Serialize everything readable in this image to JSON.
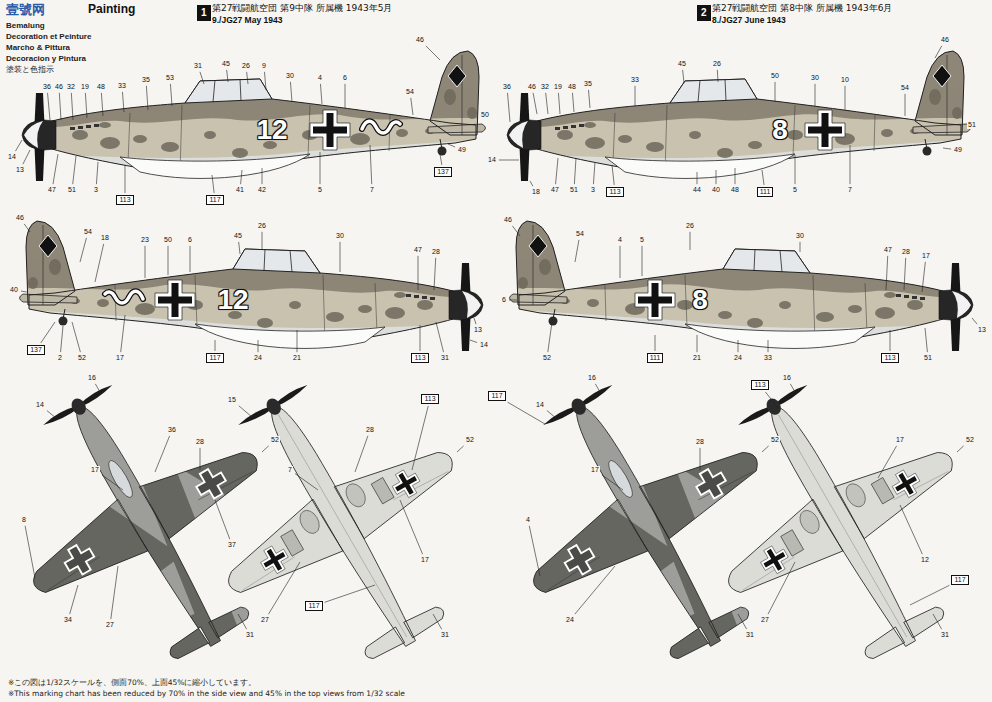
{
  "diagram": {
    "title": "Painting",
    "nodes": [
      {
        "text": [
          "1"
        ]
      },
      {
        "text": [
          "2"
        ]
      },
      {
        "text": [
          "113"
        ]
      },
      {
        "text": [
          "117"
        ]
      },
      {
        "text": [
          "137"
        ]
      },
      {
        "text": [
          "137"
        ]
      },
      {
        "text": [
          "117"
        ]
      },
      {
        "text": [
          "113"
        ]
      },
      {
        "text": [
          "113"
        ]
      },
      {
        "text": [
          "111"
        ]
      },
      {
        "text": [
          "111"
        ]
      },
      {
        "text": [
          "113"
        ]
      },
      {
        "text": [
          "113"
        ]
      },
      {
        "text": [
          "117"
        ]
      },
      {
        "text": [
          "117"
        ]
      },
      {
        "text": [
          "113"
        ]
      },
      {
        "text": [
          "117"
        ]
      }
    ],
    "labels": [
      "壹號网",
      "Bemalung",
      "Decoration et Peinture",
      "Marcho & Pittura",
      "Decoracion y Pintura",
      "塗装と色指示",
      "第27戦闘航空団 第9中隊 所属機 1943年5月",
      "9./JG27 May 1943",
      "第27戦闘航空団 第8中隊 所属機 1943年6月",
      "8./JG27 June 1943",
      "12",
      "12",
      "8",
      "8",
      "※この図は1/32スケールを、側面70%、上面45%に縮小しています。",
      "※This marking chart has been reduced by 70% in the side view and 45% in the top views from 1/32 scale",
      "36",
      "46",
      "32",
      "19",
      "48",
      "33",
      "35",
      "53",
      "31",
      "45",
      "26",
      "9",
      "30",
      "4",
      "6",
      "54",
      "46",
      "14",
      "13",
      "47",
      "51",
      "3",
      "41",
      "42",
      "5",
      "7",
      "49",
      "50",
      "46",
      "54",
      "18",
      "40",
      "2",
      "52",
      "50",
      "23",
      "6",
      "45",
      "26",
      "30",
      "47",
      "28",
      "21",
      "24",
      "17",
      "31",
      "13",
      "14",
      "36",
      "46",
      "32",
      "19",
      "48",
      "35",
      "33",
      "45",
      "26",
      "50",
      "30",
      "10",
      "46",
      "54",
      "18",
      "14",
      "47",
      "51",
      "3",
      "44",
      "40",
      "48",
      "5",
      "7",
      "49",
      "51",
      "46",
      "54",
      "4",
      "5",
      "26",
      "30",
      "47",
      "28",
      "17",
      "52",
      "21",
      "24",
      "33",
      "51",
      "13",
      "6",
      "14",
      "16",
      "36",
      "28",
      "17",
      "8",
      "34",
      "27",
      "37",
      "31",
      "52",
      "15",
      "28",
      "7",
      "17",
      "31",
      "52",
      "27",
      "16",
      "14",
      "17",
      "4",
      "24",
      "31",
      "52",
      "28",
      "52",
      "17",
      "12",
      "31",
      "27",
      "16"
    ]
  }
}
